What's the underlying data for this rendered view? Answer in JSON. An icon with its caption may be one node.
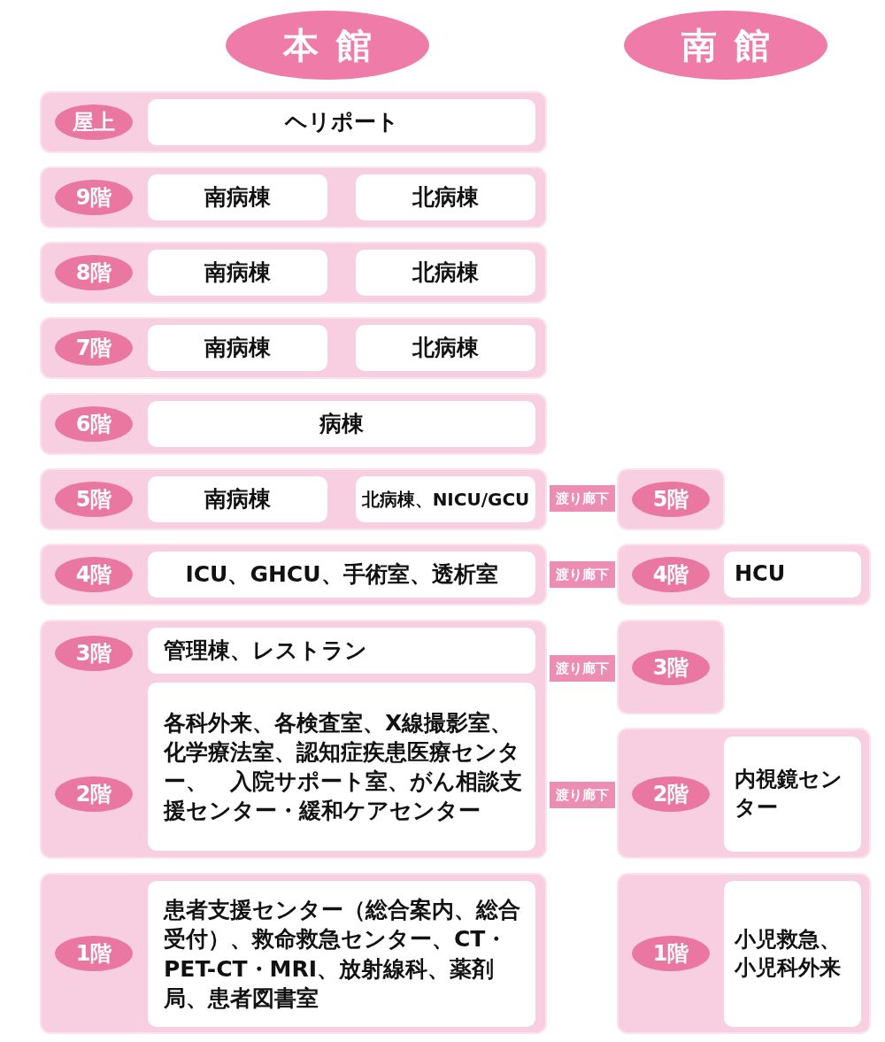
{
  "diagram": {
    "nodes": [
      {
        "text": [
          "本館"
        ]
      },
      {
        "text": [
          "南館"
        ]
      },
      {
        "text": [],
        "shape": "box"
      },
      {
        "text": [
          "屋上"
        ],
        "in": 2
      },
      {
        "text": [
          "ヘリポート"
        ],
        "in": 2
      },
      {
        "text": [],
        "shape": "box"
      },
      {
        "text": [
          "9階"
        ],
        "in": 5
      },
      {
        "text": [
          "南病棟"
        ],
        "in": 5
      },
      {
        "text": [
          "北病棟"
        ],
        "in": 5
      },
      {
        "text": [],
        "shape": "box"
      },
      {
        "text": [
          "8階"
        ],
        "in": 9
      },
      {
        "text": [
          "南病棟"
        ],
        "in": 9
      },
      {
        "text": [
          "北病棟"
        ],
        "in": 9
      },
      {
        "text": [],
        "shape": "box"
      },
      {
        "text": [
          "7階"
        ],
        "in": 13
      },
      {
        "text": [
          "南病棟"
        ],
        "in": 13
      },
      {
        "text": [
          "北病棟"
        ],
        "in": 13
      },
      {
        "text": [],
        "shape": "box"
      },
      {
        "text": [
          "6階"
        ],
        "in": 17
      },
      {
        "text": [
          "病棟"
        ],
        "in": 17
      },
      {
        "text": [],
        "shape": "box"
      },
      {
        "text": [
          "5階"
        ],
        "in": 20
      },
      {
        "text": [
          "南病棟"
        ],
        "in": 20
      },
      {
        "text": [
          "北病棟、NICU/GCU"
        ],
        "in": 20
      },
      {
        "text": [
          "渡り廊下"
        ]
      },
      {
        "text": [],
        "shape": "box"
      },
      {
        "text": [
          "5階"
        ],
        "in": 25
      },
      {
        "text": [],
        "shape": "box"
      },
      {
        "text": [
          "4階"
        ],
        "in": 27
      },
      {
        "text": [
          "ICU、GHCU、手術室、透析室"
        ],
        "in": 27
      },
      {
        "text": [
          "渡り廊下"
        ]
      },
      {
        "text": [],
        "shape": "box"
      },
      {
        "text": [
          "4階"
        ],
        "in": 31
      },
      {
        "text": [
          "HCU"
        ],
        "in": 31
      },
      {
        "text": [],
        "shape": "box"
      },
      {
        "text": [
          "3階"
        ],
        "in": 34
      },
      {
        "text": [
          "管理棟、レストラン"
        ],
        "in": 34
      },
      {
        "text": [
          "2階"
        ],
        "in": 34
      },
      {
        "text": [
          "各科外来、各検査室、X線撮影室、化学療法室、認知症疾患医療センター、　入院サポート室、がん相談支援センター・緩和ケアセンター"
        ],
        "in": 34
      },
      {
        "text": [
          "渡り廊下"
        ]
      },
      {
        "text": [],
        "shape": "box"
      },
      {
        "text": [
          "3階"
        ],
        "in": 40
      },
      {
        "text": [
          "渡り廊下"
        ]
      },
      {
        "text": [],
        "shape": "box"
      },
      {
        "text": [
          "2階"
        ],
        "in": 43
      },
      {
        "text": [
          "内視鏡センター"
        ],
        "in": 43
      },
      {
        "text": [],
        "shape": "box"
      },
      {
        "text": [
          "1階"
        ],
        "in": 46
      },
      {
        "text": [
          "患者支援センター（総合案内、総合受付）、救命救急センター、CT・PET-CT・MRI、放射線科、薬剤局、患者図書室"
        ],
        "in": 46
      },
      {
        "text": [],
        "shape": "box"
      },
      {
        "text": [
          "1階"
        ],
        "in": 49
      },
      {
        "text": [
          "小児救急、小児科外来"
        ],
        "in": 49
      }
    ]
  }
}
